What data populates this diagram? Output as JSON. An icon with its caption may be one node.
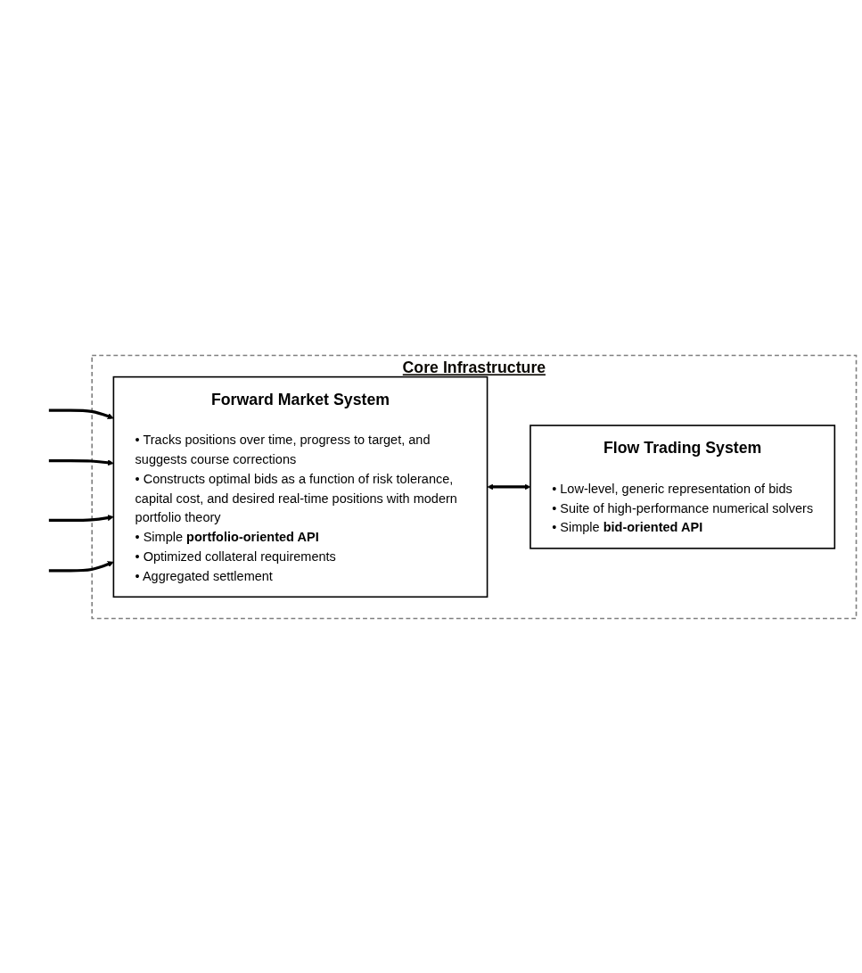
{
  "diagram": {
    "nodes": [
      {
        "text": [
          "Core Infrastructure"
        ]
      },
      {
        "text": [
          "Forward Market System",
          "• Tracks positions over time, progress to target, and suggests course corrections",
          "• Constructs optimal bids as a function of risk tolerance, capital cost, and desired real-time positions with modern portfolio theory",
          "• Simple **portfolio-oriented API**",
          "• Optimized collateral requirements",
          "• Aggregated settlement"
        ],
        "in": 0
      },
      {
        "text": [
          "Flow Trading System",
          "• Low-level, generic representation of bids",
          "• Suite of high-performance numerical solvers",
          "• Simple **bid-oriented API**"
        ],
        "in": 0
      }
    ],
    "edges": [
      {
        "from": null,
        "to": 1,
        "arrow": "to"
      },
      {
        "from": null,
        "to": 1,
        "arrow": "to"
      },
      {
        "from": null,
        "to": 1,
        "arrow": "to"
      },
      {
        "from": null,
        "to": 1,
        "arrow": "to"
      },
      {
        "from": 1,
        "to": 2,
        "arrow": "both"
      }
    ]
  }
}
